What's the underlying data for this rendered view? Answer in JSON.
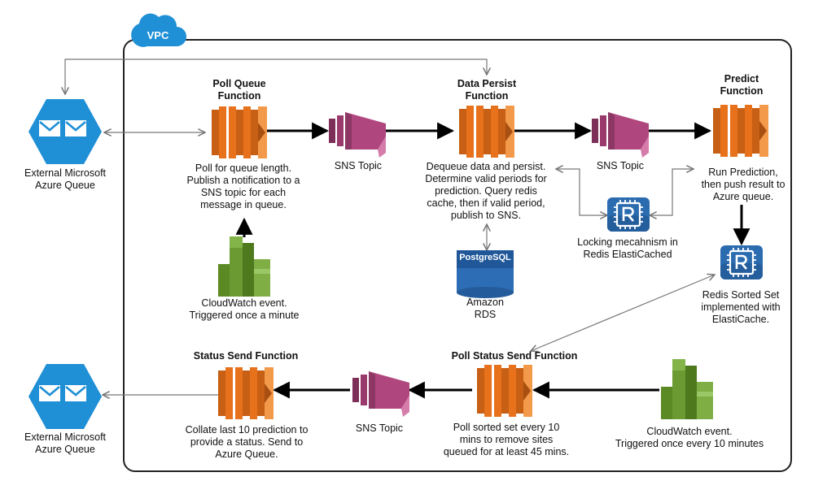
{
  "vpc": {
    "label": "VPC"
  },
  "colors": {
    "lambda": "#e8711c",
    "lambda_dark": "#a84f12",
    "sns": "#b0467e",
    "cloudwatch": "#6b9a32",
    "azure": "#1f8fd6",
    "redis": "#2b6cb0",
    "rds": "#2d6db5",
    "arrow": "#000000",
    "link": "#777777"
  },
  "nodes": {
    "azure_in": {
      "label": "External Microsoft\nAzure Queue",
      "icon": "azure-queue-icon"
    },
    "azure_out": {
      "label": "External Microsoft\nAzure Queue",
      "icon": "azure-queue-icon"
    },
    "poll_queue": {
      "title": "Poll Queue\nFunction",
      "desc": "Poll for queue length.\nPublish a notification to a\nSNS topic for each\nmessage in queue.",
      "icon": "lambda-icon"
    },
    "sns_1": {
      "label": "SNS Topic",
      "icon": "sns-topic-icon"
    },
    "data_persist": {
      "title": "Data Persist\nFunction",
      "desc": "Dequeue data and persist.\nDetermine valid periods for\nprediction. Query redis\ncache, then if valid period,\npublish to SNS.",
      "icon": "lambda-icon"
    },
    "sns_2": {
      "label": "SNS Topic",
      "icon": "sns-topic-icon"
    },
    "predict": {
      "title": "Predict\nFunction",
      "desc": "Run Prediction,\nthen push result to\nAzure queue.",
      "icon": "lambda-icon"
    },
    "cloudwatch_1": {
      "label": "CloudWatch event.\nTriggered once a minute",
      "icon": "cloudwatch-icon"
    },
    "rds": {
      "label": "Amazon\nRDS",
      "badge": "PostgreSQL",
      "icon": "database-icon"
    },
    "redis_lock": {
      "label": "Locking mecahnism in\nRedis ElastiCached",
      "icon": "redis-icon"
    },
    "redis_sorted": {
      "label": "Redis Sorted Set\nimplemented with\nElastiCache.",
      "icon": "redis-icon"
    },
    "status_send": {
      "title": "Status Send Function",
      "desc": "Collate last 10 prediction to\nprovide a status. Send to\nAzure Queue.",
      "icon": "lambda-icon"
    },
    "sns_3": {
      "label": "SNS Topic",
      "icon": "sns-topic-icon"
    },
    "poll_status": {
      "title": "Poll Status Send Function",
      "desc": "Poll sorted set every 10\nmins to remove sites\nqueued for at least 45 mins.",
      "icon": "lambda-icon"
    },
    "cloudwatch_2": {
      "label": "CloudWatch event.\nTriggered once every 10 minutes",
      "icon": "cloudwatch-icon"
    }
  }
}
